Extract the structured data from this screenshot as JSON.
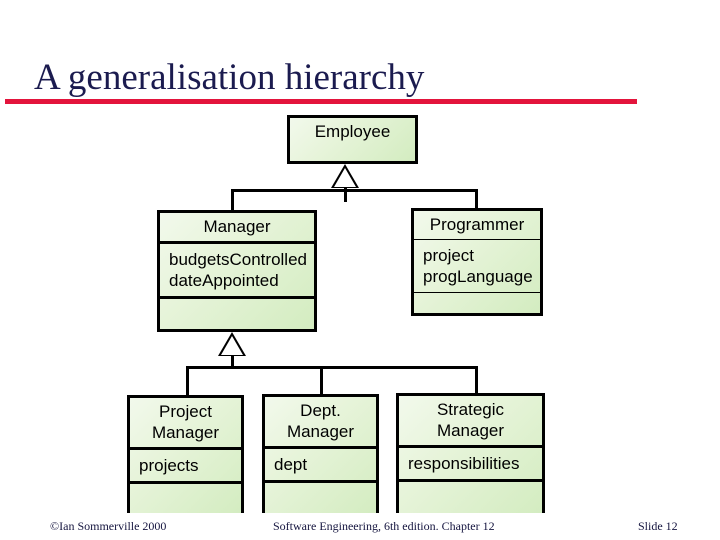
{
  "slide": {
    "title": "A generalisation hierarchy",
    "rule_color": "#e3143c",
    "title_color": "#1b1b4f",
    "background": "#ffffff"
  },
  "diagram": {
    "type": "uml-class-generalisation",
    "box_fill_light": "#f2f9ec",
    "box_fill_dark": "#d3ecc0",
    "box_border": "#000000",
    "classes": {
      "employee": {
        "name": "Employee",
        "attributes": "",
        "operations": ""
      },
      "manager": {
        "name": "Manager",
        "attributes": "budgetsControlled\ndateAppointed",
        "operations": ""
      },
      "programmer": {
        "name": "Programmer",
        "attributes": "project\nprogLanguage",
        "operations": ""
      },
      "project_manager": {
        "name": "Project\nManager",
        "attributes": "projects",
        "operations": ""
      },
      "dept_manager": {
        "name": "Dept.\nManager",
        "attributes": "dept",
        "operations": ""
      },
      "strategic_manager": {
        "name": "Strategic\nManager",
        "attributes": "responsibilities",
        "operations": ""
      }
    }
  },
  "footer": {
    "copyright": "©Ian Sommerville 2000",
    "center": "Software Engineering, 6th edition. Chapter 12",
    "slide_number": "Slide 12"
  }
}
